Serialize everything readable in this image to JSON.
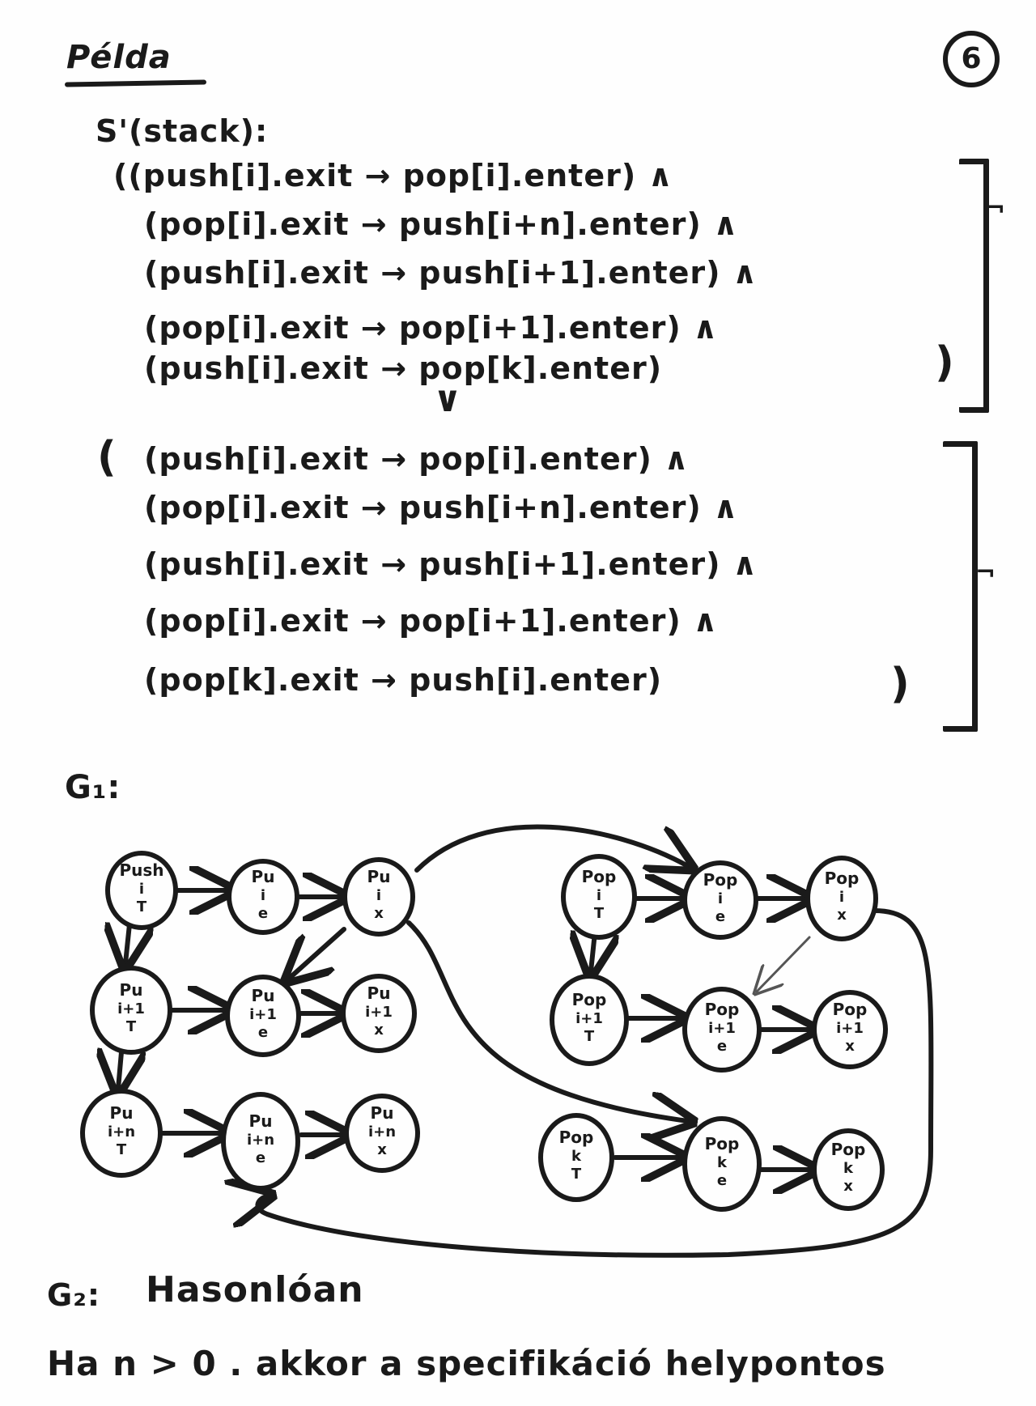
{
  "title": "Példa",
  "page_number": "6",
  "spec_label": "S'(stack):",
  "block1": {
    "open": "(",
    "lines": [
      "((push[i].exit → pop[i].enter) ∧",
      "(pop[i].exit → push[i+n].enter) ∧",
      "(push[i].exit → push[i+1].enter) ∧",
      "(pop[i].exit → pop[i+1].enter) ∧",
      "(push[i].exit → pop[k].enter)"
    ],
    "close": ")",
    "negation": "¬",
    "connector": "∨"
  },
  "block2": {
    "open": "(",
    "lines": [
      "(push[i].exit → pop[i].enter)  ∧",
      "(pop[i].exit → push[i+n].enter) ∧",
      "(push[i].exit → push[i+1].enter) ∧",
      "(pop[i].exit → pop[i+1].enter) ∧",
      "(pop[k].exit → push[i].enter)"
    ],
    "close": ")",
    "negation": "¬"
  },
  "g1_label": "G₁:",
  "graph": {
    "nodes": [
      {
        "id": "n1",
        "lines": [
          "Push",
          "i",
          "T"
        ]
      },
      {
        "id": "n2",
        "lines": [
          "Pu",
          "i",
          "e"
        ]
      },
      {
        "id": "n3",
        "lines": [
          "Pu",
          "i",
          "x"
        ]
      },
      {
        "id": "n4",
        "lines": [
          "Pu",
          "i+1",
          "T"
        ]
      },
      {
        "id": "n5",
        "lines": [
          "Pu",
          "i+1",
          "e"
        ]
      },
      {
        "id": "n6",
        "lines": [
          "Pu",
          "i+1",
          "x"
        ]
      },
      {
        "id": "n7",
        "lines": [
          "Pu",
          "i+n",
          "T"
        ]
      },
      {
        "id": "n8",
        "lines": [
          "Pu",
          "i+n",
          "e"
        ]
      },
      {
        "id": "n9",
        "lines": [
          "Pu",
          "i+n",
          "x"
        ]
      },
      {
        "id": "n10",
        "lines": [
          "Pop",
          "i",
          "T"
        ]
      },
      {
        "id": "n11",
        "lines": [
          "Pop",
          "i",
          "e"
        ]
      },
      {
        "id": "n12",
        "lines": [
          "Pop",
          "i",
          "x"
        ]
      },
      {
        "id": "n13",
        "lines": [
          "Pop",
          "i+1",
          "T"
        ]
      },
      {
        "id": "n14",
        "lines": [
          "Pop",
          "i+1",
          "e"
        ]
      },
      {
        "id": "n15",
        "lines": [
          "Pop",
          "i+1",
          "x"
        ]
      },
      {
        "id": "n16",
        "lines": [
          "Pop",
          "k",
          "T"
        ]
      },
      {
        "id": "n17",
        "lines": [
          "Pop",
          "k",
          "e"
        ]
      },
      {
        "id": "n18",
        "lines": [
          "Pop",
          "k",
          "x"
        ]
      }
    ]
  },
  "g2": {
    "label": "G₂:",
    "text": "Hasonlóan"
  },
  "footer": "Ha  n > 0 . akkor a specifikáció helypontos"
}
